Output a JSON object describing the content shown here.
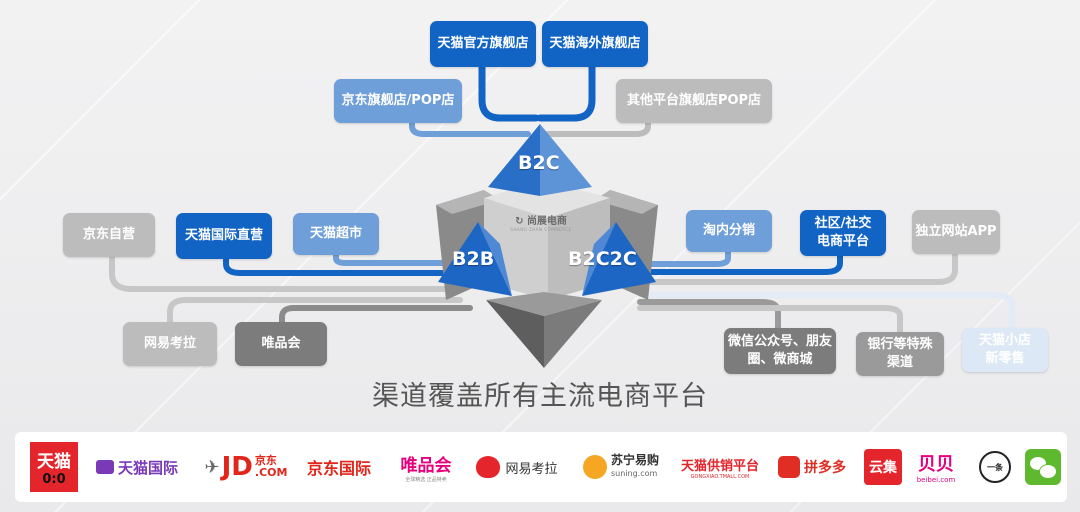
{
  "b2c_channels": {
    "tmall_official": "天猫官方旗舰店",
    "tmall_overseas": "天猫海外旗舰店",
    "jd_flagship": "京东旗舰店/POP店",
    "other_flagship": "其他平台旗舰店POP店"
  },
  "b2b_channels": {
    "jd_self": "京东自营",
    "tmall_intl_direct": "天猫国际直营",
    "tmall_supermarket": "天猫超市",
    "netease_kaola": "网易考拉",
    "vipshop": "唯品会"
  },
  "b2c2c_channels": {
    "taobao_distribution": "淘内分销",
    "community_line1": "社区/社交",
    "community_line2": "电商平台",
    "independent_site": "独立网站APP",
    "wechat_line1": "微信公众号、朋友",
    "wechat_line2": "圈、微商城",
    "bank_line1": "银行等特殊",
    "bank_line2": "渠道",
    "tmall_store_line1": "天猫小店",
    "tmall_store_line2": "新零售"
  },
  "pyramid": {
    "top_label": "B2C",
    "left_label": "B2B",
    "right_label": "B2C2C",
    "center_brand": "尚展电商",
    "center_brand_sub": "SHANG ZHAN COMMERCE"
  },
  "caption": "渠道覆盖所有主流电商平台",
  "logos": {
    "tmall": "天猫",
    "tmall_digits": "0:0",
    "tmall_intl": "天猫国际",
    "jd_main": "JD",
    "jd_cn": "京东",
    "jd_com": ".COM",
    "jd_intl": "京东国际",
    "vip": "唯品会",
    "vip_sub": "全球精选 正品特卖",
    "kaola": "网易考拉",
    "suning": "苏宁易购",
    "suning_sub": "suning.com",
    "tmall_supply": "天猫供销平台",
    "tmall_supply_sub": "GONGXIAO.TMALL.COM",
    "pdd": "拼多多",
    "yunji": "云集",
    "beibei": "贝贝",
    "beibei_sub": "beibei.com",
    "yitiao": "一条"
  },
  "colors": {
    "dark_blue": "#1264c4",
    "mid_blue": "#6f9fd8",
    "light_gray": "#bcbcbc",
    "tmall_red": "#e4262c",
    "jd_red": "#e1251b",
    "vip_pink": "#e6007e",
    "wechat_green": "#5fb92e"
  }
}
